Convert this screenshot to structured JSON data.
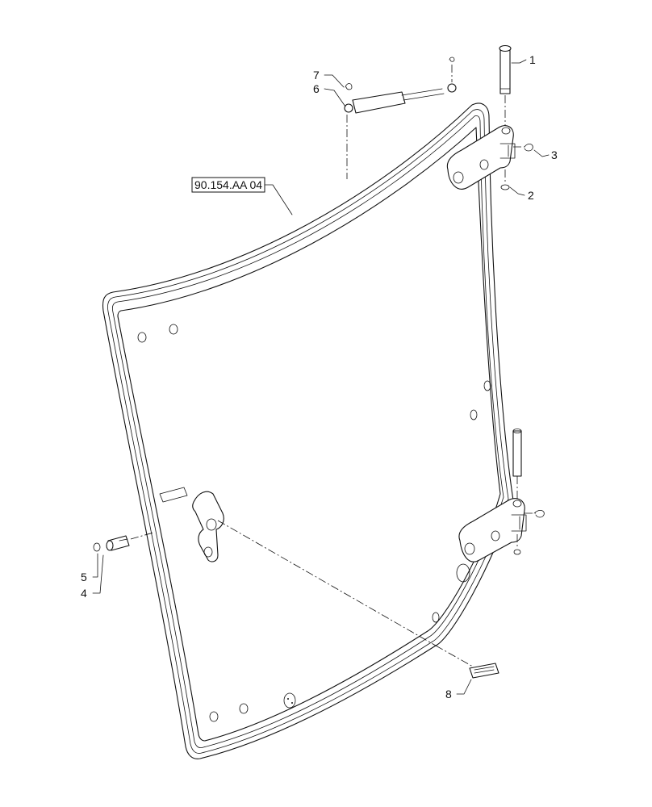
{
  "reference": {
    "text": "90.154.AA 04"
  },
  "callouts": [
    {
      "id": "1",
      "text": "1"
    },
    {
      "id": "2",
      "text": "2"
    },
    {
      "id": "3",
      "text": "3"
    },
    {
      "id": "4",
      "text": "4"
    },
    {
      "id": "5",
      "text": "5"
    },
    {
      "id": "6",
      "text": "6"
    },
    {
      "id": "7",
      "text": "7"
    },
    {
      "id": "8",
      "text": "8"
    }
  ]
}
